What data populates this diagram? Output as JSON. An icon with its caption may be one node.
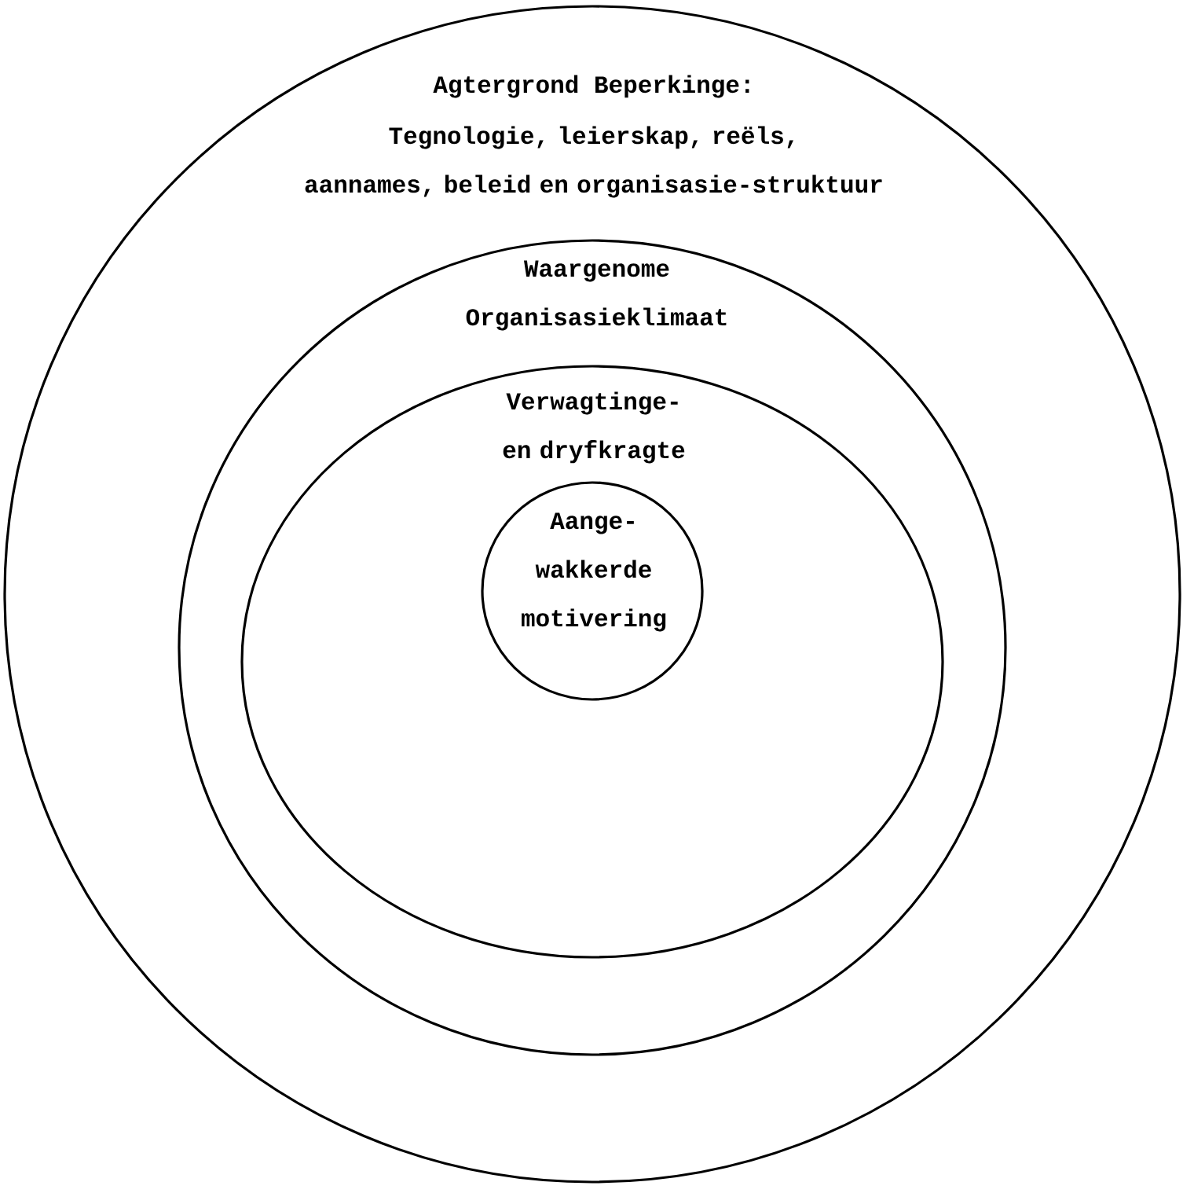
{
  "diagram": {
    "nodes": [
      {
        "text": [
          "Agtergrond Beperkinge:",
          "Tegnologie, leierskap, reëls, aannames, beleid en organisasie-struktuur"
        ]
      },
      {
        "text": [
          "Waargenome Organisasieklimaat"
        ],
        "in": 0
      },
      {
        "text": [
          "Verwagtinge- en dryfkragte"
        ],
        "in": 1
      },
      {
        "text": [
          "Aange- wakkerde motivering"
        ],
        "in": 2
      }
    ]
  }
}
